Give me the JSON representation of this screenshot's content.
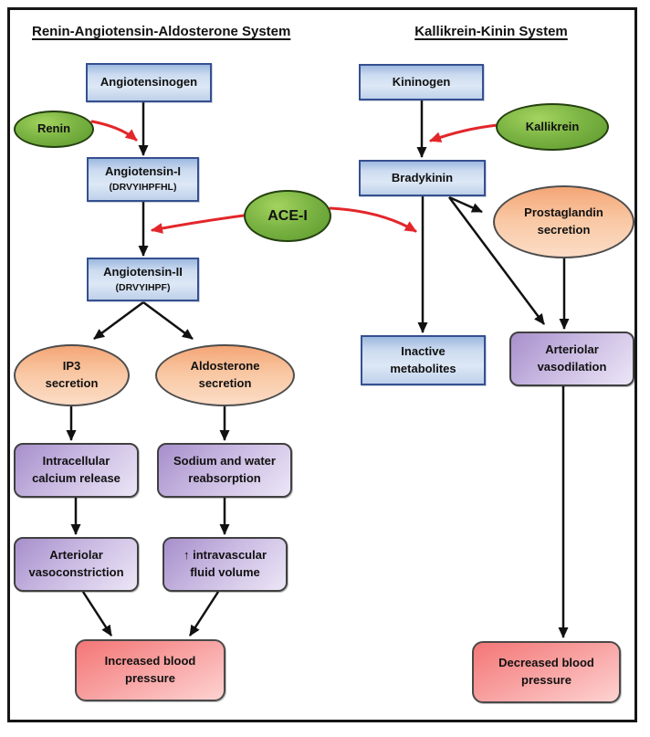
{
  "titles": {
    "left": "Renin-Angiotensin-Aldosterone System",
    "right": "Kallikrein-Kinin System"
  },
  "nodes": {
    "angiotensinogen": {
      "lines": [
        "Angiotensinogen"
      ]
    },
    "renin": {
      "lines": [
        "Renin"
      ]
    },
    "angiotensin1": {
      "lines": [
        "Angiotensin-I",
        "(DRVYIHPFHL)"
      ]
    },
    "ace": {
      "lines": [
        "ACE-I"
      ]
    },
    "angiotensin2": {
      "lines": [
        "Angiotensin-II",
        "(DRVYIHPF)"
      ]
    },
    "ip3": {
      "lines": [
        "IP3",
        "secretion"
      ]
    },
    "aldosterone": {
      "lines": [
        "Aldosterone",
        "secretion"
      ]
    },
    "intracellular": {
      "lines": [
        "Intracellular",
        "calcium release"
      ]
    },
    "sodium": {
      "lines": [
        "Sodium and water",
        "reabsorption"
      ]
    },
    "vasoconstriction": {
      "lines": [
        "Arteriolar",
        "vasoconstriction"
      ]
    },
    "fluidvolume": {
      "lines": [
        "↑ intravascular",
        "fluid volume"
      ]
    },
    "increasedbp": {
      "lines": [
        "Increased blood",
        "pressure"
      ]
    },
    "kininogen": {
      "lines": [
        "Kininogen"
      ]
    },
    "kallikrein": {
      "lines": [
        "Kallikrein"
      ]
    },
    "bradykinin": {
      "lines": [
        "Bradykinin"
      ]
    },
    "prostaglandin": {
      "lines": [
        "Prostaglandin",
        "secretion"
      ]
    },
    "inactive": {
      "lines": [
        "Inactive",
        "metabolites"
      ]
    },
    "vasodilation": {
      "lines": [
        "Arteriolar",
        "vasodilation"
      ]
    },
    "decreasedbp": {
      "lines": [
        "Decreased blood",
        "pressure"
      ]
    }
  },
  "colors": {
    "box_blue_fill": "#ccdbf0",
    "box_blue_border": "#35508f",
    "ellipse_green_fill": "#76b041",
    "ellipse_green_border": "#24400f",
    "ellipse_peach_fill": "#f9c8a4",
    "box_purple_fill": "#c9b9e2",
    "box_pink_fill": "#f89e9e",
    "arrow_black": "#111111",
    "arrow_red": "#e3262a",
    "frame_border": "#161616"
  }
}
